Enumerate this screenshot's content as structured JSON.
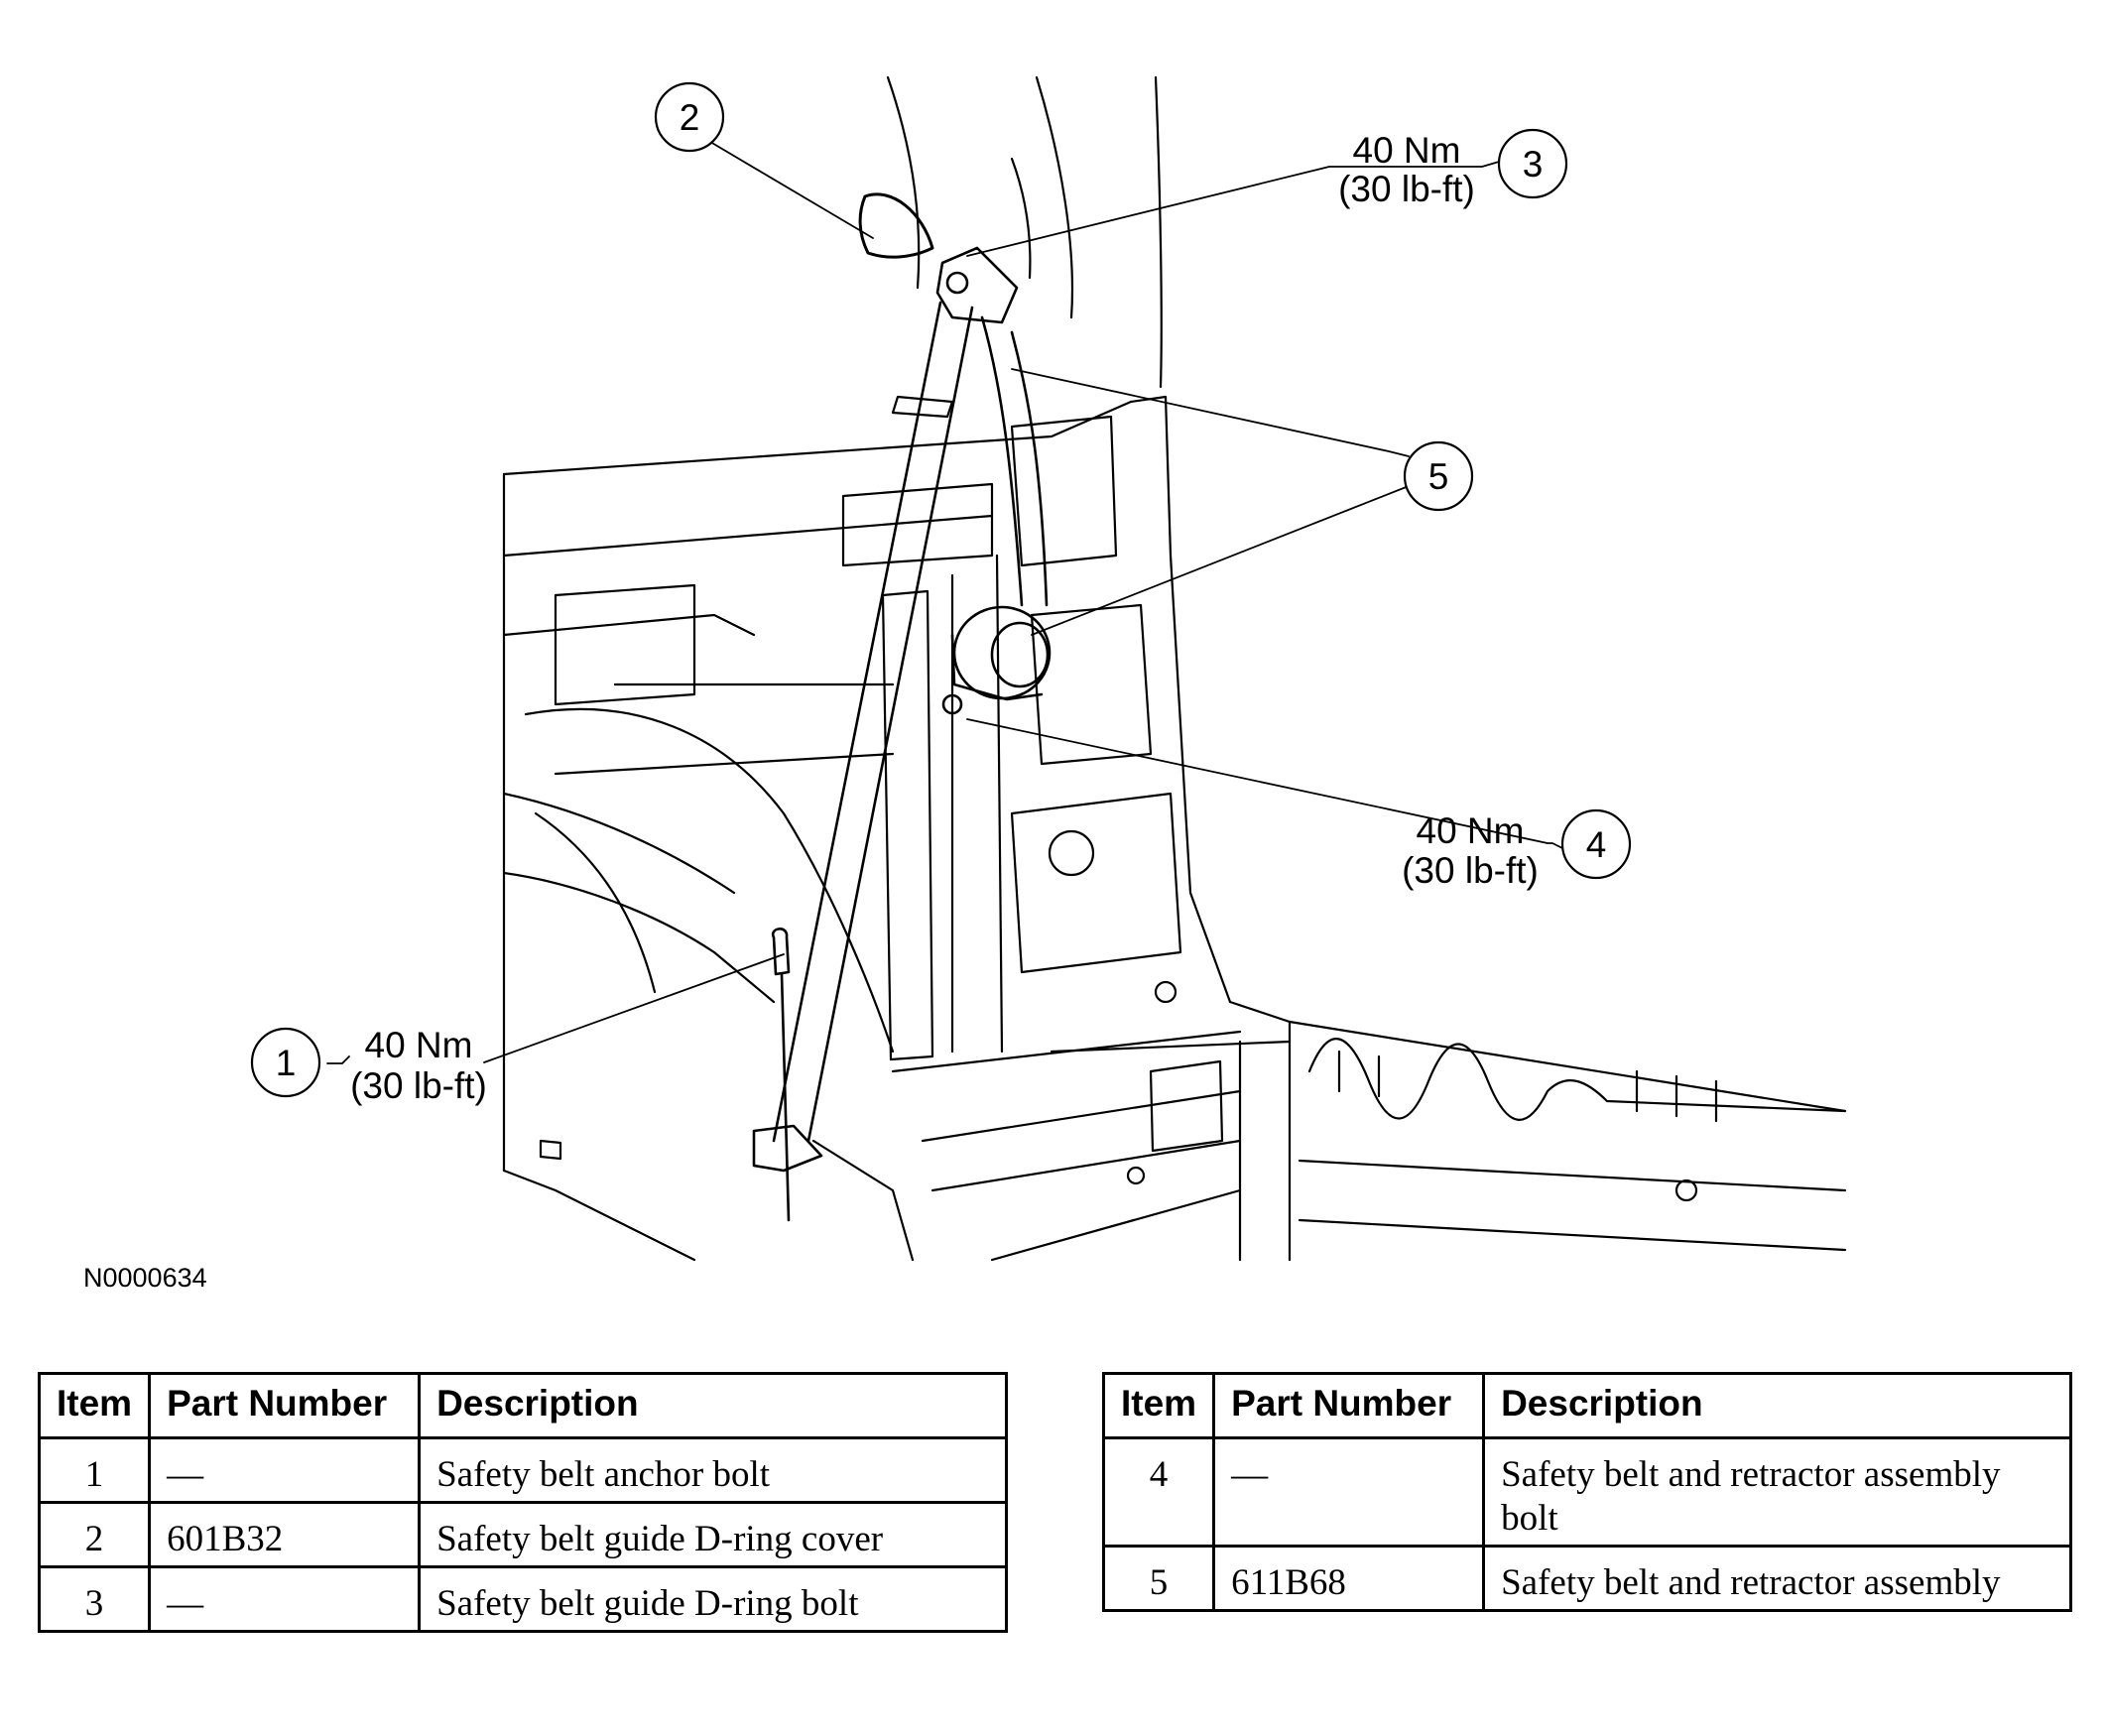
{
  "figure": {
    "id": "N0000634",
    "callouts": [
      {
        "num": "1",
        "torque": "40 Nm",
        "torque_imp": "(30 lb-ft)"
      },
      {
        "num": "2"
      },
      {
        "num": "3",
        "torque": "40 Nm",
        "torque_imp": "(30 lb-ft)"
      },
      {
        "num": "4",
        "torque": "40 Nm",
        "torque_imp": "(30 lb-ft)"
      },
      {
        "num": "5"
      }
    ]
  },
  "table_headers": {
    "item": "Item",
    "part_number": "Part Number",
    "description": "Description"
  },
  "tables": [
    {
      "rows": [
        {
          "item": "1",
          "part_number": "—",
          "description": "Safety belt anchor bolt"
        },
        {
          "item": "2",
          "part_number": "601B32",
          "description": "Safety belt guide D-ring cover"
        },
        {
          "item": "3",
          "part_number": "—",
          "description": "Safety belt guide D-ring bolt"
        }
      ]
    },
    {
      "rows": [
        {
          "item": "4",
          "part_number": "—",
          "description": "Safety belt and retractor assembly bolt"
        },
        {
          "item": "5",
          "part_number": "611B68",
          "description": "Safety belt and retractor assembly"
        }
      ]
    }
  ]
}
